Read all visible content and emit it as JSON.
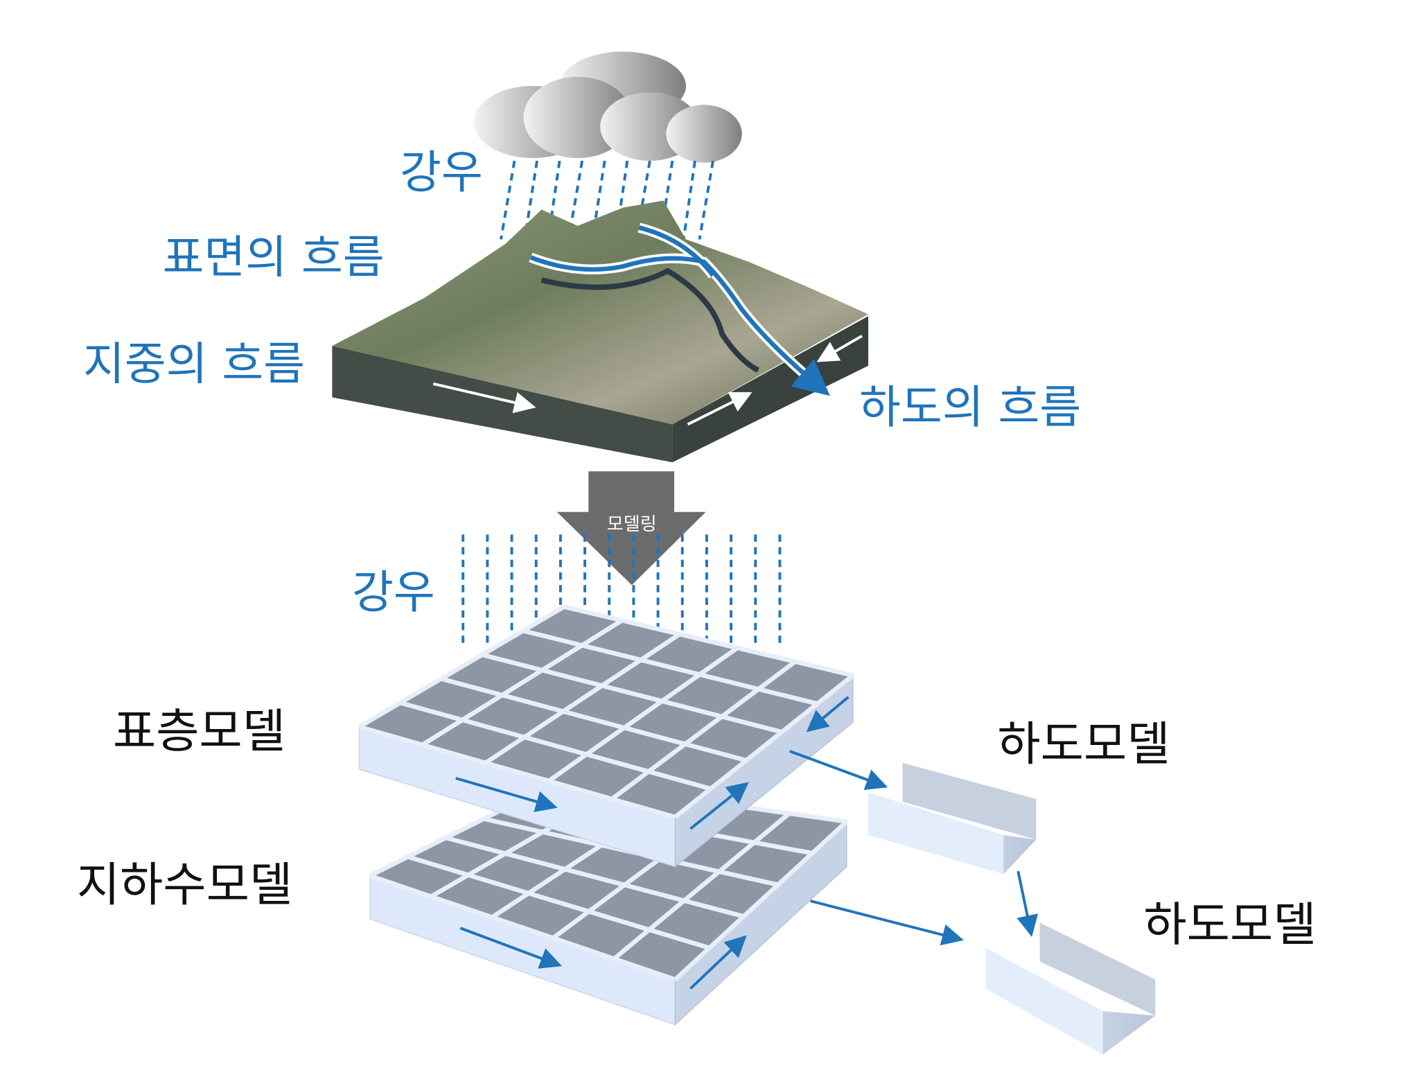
{
  "top": {
    "rain": "강우",
    "surface_flow": "표면의 흐름",
    "subsurface_flow": "지중의 흐름",
    "channel_flow": "하도의 흐름"
  },
  "arrow_label": "모델링",
  "bottom": {
    "rain": "강우",
    "surface_model": "표층모델",
    "groundwater_model": "지하수모델",
    "channel_model_1": "하도모델",
    "channel_model_2": "하도모델"
  },
  "colors": {
    "accent": "#1f74bb",
    "arrow": "#6b6c6e",
    "grid_side": "#dde9fa",
    "block_side": "#434c47"
  }
}
